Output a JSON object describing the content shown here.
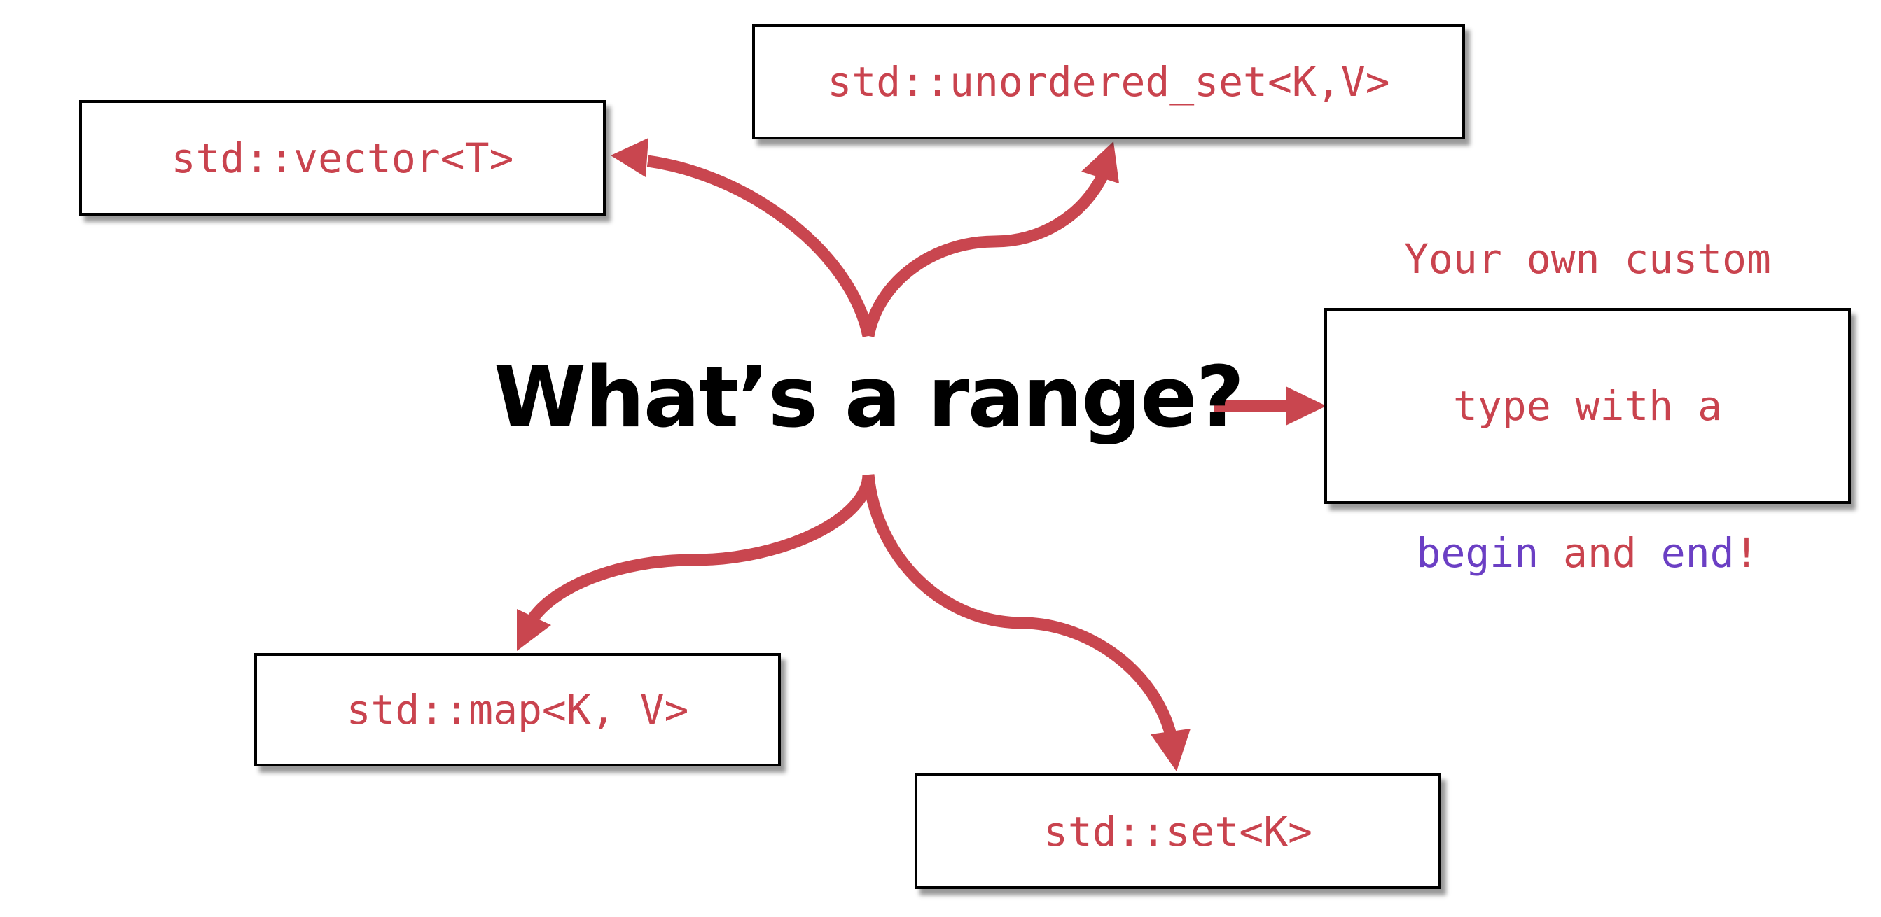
{
  "title": "What’s a range?",
  "colors": {
    "arrow": "#c9464f",
    "code_text": "#c9434e",
    "keyword_text": "#6b3fc4",
    "box_border": "#000000"
  },
  "boxes": {
    "vector": "std::vector<T>",
    "unordered_set": "std::unordered_set<K,V>",
    "map": "std::map<K, V>",
    "set": "std::set<K>",
    "custom": {
      "line1": "Your own custom",
      "line2": "type with a",
      "begin_kw": "begin",
      "and": " and ",
      "end_kw": "end",
      "bang": "!"
    }
  }
}
